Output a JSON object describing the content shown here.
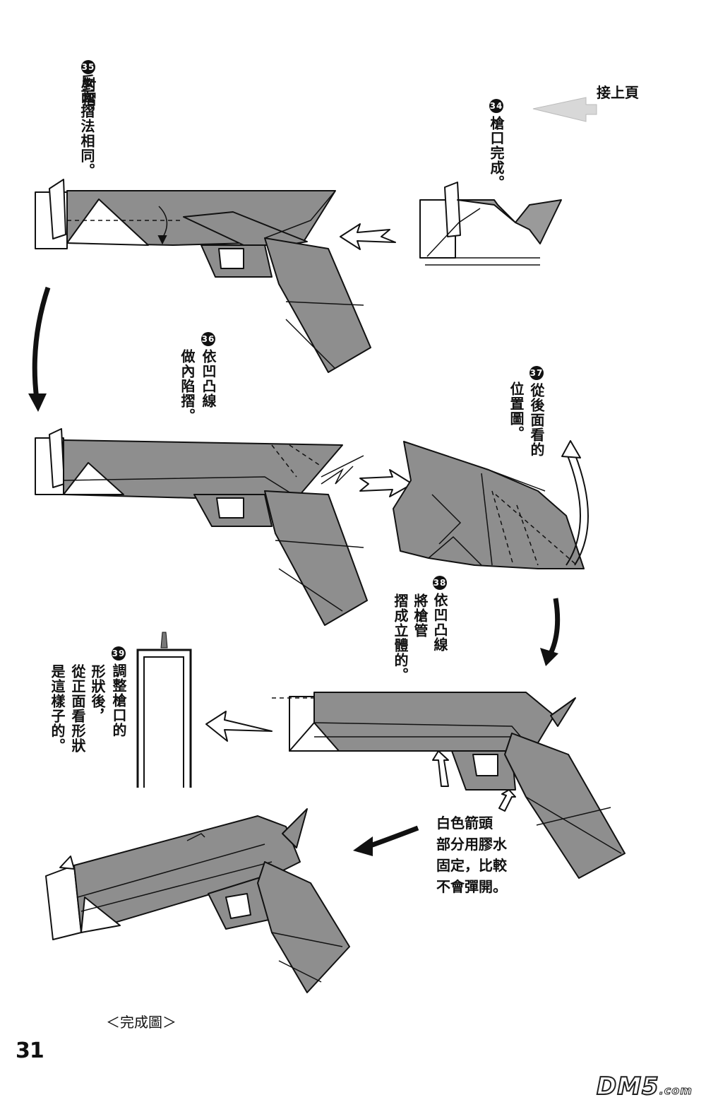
{
  "continue_label": "接上頁",
  "steps": {
    "s34": {
      "number": "34",
      "text": "槍口完成。"
    },
    "s35": {
      "number": "35",
      "line1": "對摺，",
      "line2": "反面摺法相同。"
    },
    "s36": {
      "number": "36",
      "line1": "依凹凸線",
      "line2": "做內陷摺。"
    },
    "s37": {
      "number": "37",
      "line1": "從後面看的",
      "line2": "位置圖。"
    },
    "s38": {
      "number": "38",
      "line1": "依凹凸線",
      "line2": "將槍管",
      "line3": "摺成立體的。"
    },
    "s39": {
      "number": "39",
      "line1": "調整槍口的",
      "line2": "形狀後，",
      "line3": "從正面看形狀",
      "line4": "是這樣子的。"
    }
  },
  "glue_note": [
    "白色箭頭",
    "部分用膠水",
    "固定，比較",
    "不會彈開。"
  ],
  "final_caption": "＜完成圖＞",
  "page_number": "31",
  "watermark": {
    "main": "DM5",
    "suffix": ".com"
  },
  "colors": {
    "paper": "#8e8e8e",
    "ink": "#111111",
    "background": "#ffffff"
  }
}
